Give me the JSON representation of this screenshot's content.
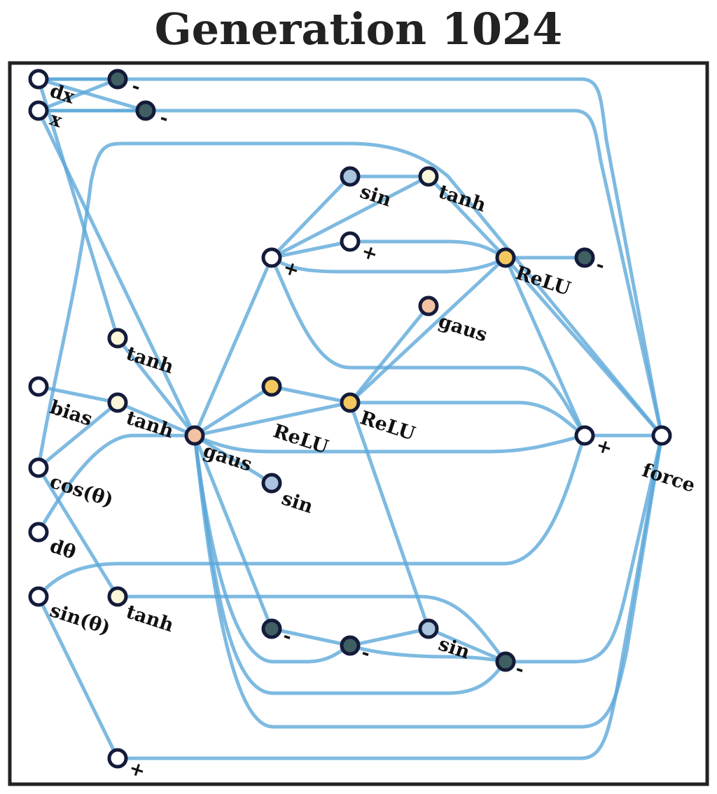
{
  "title": "Generation 1024",
  "colors": {
    "edge": "#5aa6d8",
    "node_outline": "#141b3a",
    "input": "#ffffff",
    "add": "#ffffff",
    "sub": "#3f5f63",
    "sin": "#a9c4dc",
    "tanh": "#fbf7d9",
    "relu": "#f4c85f",
    "gaus": "#f3c2a3",
    "output": "#ffffff"
  },
  "nodes": [
    {
      "id": "dx",
      "label": "dx",
      "kind": "input"
    },
    {
      "id": "x",
      "label": "x",
      "kind": "input"
    },
    {
      "id": "bias",
      "label": "bias",
      "kind": "input"
    },
    {
      "id": "cos",
      "label": "cos(θ)",
      "kind": "input"
    },
    {
      "id": "dth",
      "label": "dθ",
      "kind": "input"
    },
    {
      "id": "sinth",
      "label": "sin(θ)",
      "kind": "input"
    },
    {
      "id": "m1",
      "label": "-",
      "kind": "sub"
    },
    {
      "id": "m2",
      "label": "-",
      "kind": "sub"
    },
    {
      "id": "tanh1",
      "label": "tanh",
      "kind": "tanh"
    },
    {
      "id": "tanh2",
      "label": "tanh",
      "kind": "tanh"
    },
    {
      "id": "tanh3",
      "label": "tanh",
      "kind": "tanh"
    },
    {
      "id": "plusB",
      "label": "+",
      "kind": "add"
    },
    {
      "id": "gaus1",
      "label": "gaus",
      "kind": "gaus"
    },
    {
      "id": "plus1",
      "label": "+",
      "kind": "add"
    },
    {
      "id": "sin1",
      "label": "sin",
      "kind": "sin"
    },
    {
      "id": "tanh4",
      "label": "tanh",
      "kind": "tanh"
    },
    {
      "id": "plus2",
      "label": "+",
      "kind": "add"
    },
    {
      "id": "relu1",
      "label": "ReLU",
      "kind": "relu"
    },
    {
      "id": "m3",
      "label": "-",
      "kind": "sub"
    },
    {
      "id": "gaus2",
      "label": "gaus",
      "kind": "gaus"
    },
    {
      "id": "relu2",
      "label": "ReLU",
      "kind": "relu"
    },
    {
      "id": "relu3",
      "label": "ReLU",
      "kind": "relu"
    },
    {
      "id": "sin2",
      "label": "sin",
      "kind": "sin"
    },
    {
      "id": "plus3",
      "label": "+",
      "kind": "add"
    },
    {
      "id": "m4",
      "label": "-",
      "kind": "sub"
    },
    {
      "id": "m5",
      "label": "-",
      "kind": "sub"
    },
    {
      "id": "sin3",
      "label": "sin",
      "kind": "sin"
    },
    {
      "id": "m6",
      "label": "-",
      "kind": "sub"
    },
    {
      "id": "force",
      "label": "force",
      "kind": "output"
    }
  ],
  "edges": [
    [
      "dx",
      "m1"
    ],
    [
      "x",
      "m1"
    ],
    [
      "dx",
      "m2"
    ],
    [
      "x",
      "m2"
    ],
    [
      "dx",
      "force"
    ],
    [
      "x",
      "force"
    ],
    [
      "dx",
      "tanh1"
    ],
    [
      "x",
      "gaus1"
    ],
    [
      "bias",
      "tanh2"
    ],
    [
      "cos",
      "tanh2"
    ],
    [
      "cos",
      "tanh3"
    ],
    [
      "sinth",
      "plusB"
    ],
    [
      "sinth",
      "plus3"
    ],
    [
      "dth",
      "gaus1"
    ],
    [
      "cos",
      "force"
    ],
    [
      "tanh2",
      "gaus1"
    ],
    [
      "tanh1",
      "gaus1"
    ],
    [
      "gaus1",
      "plus1"
    ],
    [
      "gaus1",
      "relu2"
    ],
    [
      "gaus1",
      "relu3"
    ],
    [
      "gaus1",
      "sin2"
    ],
    [
      "gaus1",
      "plus3"
    ],
    [
      "gaus1",
      "m4"
    ],
    [
      "gaus1",
      "m5"
    ],
    [
      "gaus1",
      "m6"
    ],
    [
      "gaus1",
      "force"
    ],
    [
      "plus1",
      "sin1"
    ],
    [
      "plus1",
      "tanh4"
    ],
    [
      "plus1",
      "plus2"
    ],
    [
      "plus1",
      "relu1"
    ],
    [
      "plus1",
      "plus3"
    ],
    [
      "sin1",
      "tanh4"
    ],
    [
      "tanh4",
      "relu1"
    ],
    [
      "plus2",
      "relu1"
    ],
    [
      "relu1",
      "m3"
    ],
    [
      "relu1",
      "relu3"
    ],
    [
      "relu1",
      "plus3"
    ],
    [
      "relu1",
      "force"
    ],
    [
      "relu3",
      "gaus2"
    ],
    [
      "relu2",
      "relu3"
    ],
    [
      "relu3",
      "plus3"
    ],
    [
      "relu3",
      "sin3"
    ],
    [
      "plus3",
      "force"
    ],
    [
      "m4",
      "m5"
    ],
    [
      "m5",
      "sin3"
    ],
    [
      "m5",
      "m6"
    ],
    [
      "sin3",
      "m6"
    ],
    [
      "tanh3",
      "m6"
    ],
    [
      "m6",
      "force"
    ],
    [
      "plusB",
      "force"
    ]
  ]
}
